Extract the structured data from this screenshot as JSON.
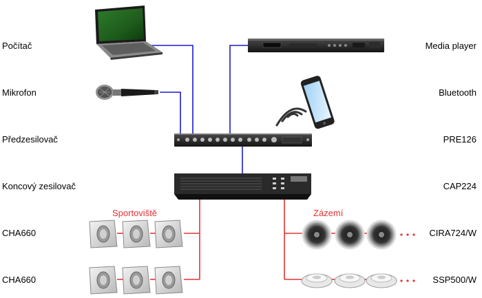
{
  "colors": {
    "signal_line": "#1a1acc",
    "speaker_line": "#e53030",
    "zone_label": "#e53030",
    "dots": "#e53030"
  },
  "labels_left": {
    "computer": "Počítač",
    "microphone": "Mikrofon",
    "preamp": "Předzesilovač",
    "power_amp": "Koncový zesilovač",
    "speaker_row1": "CHA660",
    "speaker_row2": "CHA660"
  },
  "labels_right": {
    "media_player": "Media player",
    "bluetooth": "Bluetooth",
    "preamp_model": "PRE126",
    "amp_model": "CAP224",
    "ceiling_row1": "CIRA724/W",
    "ceiling_row2": "SSP500/W"
  },
  "zones": {
    "left": "Sportoviště",
    "right": "Zázemí"
  },
  "icons": {
    "laptop": "laptop-icon",
    "media_player": "media-player-icon",
    "microphone": "microphone-icon",
    "smartphone": "smartphone-icon",
    "wireless_waves": "wireless-icon",
    "preamp": "preamp-device-icon",
    "amplifier": "amplifier-device-icon",
    "horn_speaker": "horn-speaker-icon",
    "ceiling_speaker": "ceiling-speaker-icon",
    "surface_speaker": "surface-speaker-icon"
  }
}
